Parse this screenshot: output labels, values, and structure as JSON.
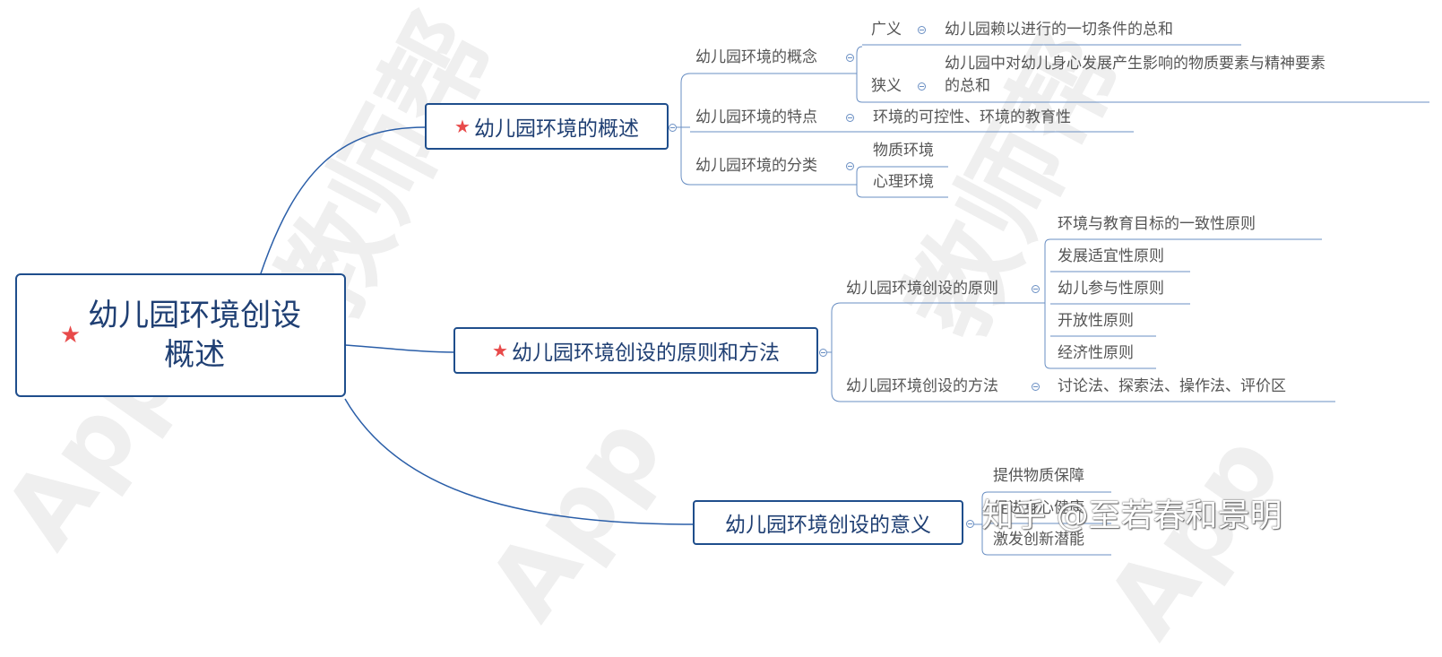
{
  "root": {
    "line1": "幼儿园环境创设",
    "line2": "概述",
    "starred": true
  },
  "branches": {
    "overview": {
      "label": "幼儿园环境的概述",
      "starred": true,
      "concept": {
        "label": "幼儿园环境的概念",
        "broad_term": "广义",
        "broad_def": "幼儿园赖以进行的一切条件的总和",
        "narrow_term": "狭义",
        "narrow_def_line1": "幼儿园中对幼儿身心发展产生影响的物质要素与精神要素",
        "narrow_def_line2": "的总和"
      },
      "features": {
        "label": "幼儿园环境的特点",
        "value": "环境的可控性、环境的教育性"
      },
      "classification": {
        "label": "幼儿园环境的分类",
        "items": [
          "物质环境",
          "心理环境"
        ]
      }
    },
    "principles_methods": {
      "label": "幼儿园环境创设的原则和方法",
      "starred": true,
      "principles": {
        "label": "幼儿园环境创设的原则",
        "items": [
          "环境与教育目标的一致性原则",
          "发展适宜性原则",
          "幼儿参与性原则",
          "开放性原则",
          "经济性原则"
        ]
      },
      "methods": {
        "label": "幼儿园环境创设的方法",
        "value": "讨论法、探索法、操作法、评价区"
      }
    },
    "significance": {
      "label": "幼儿园环境创设的意义",
      "starred": false,
      "items": [
        "提供物质保障",
        "促进身心健康",
        "激发创新潜能"
      ]
    }
  },
  "watermark": {
    "text_cn": "教师帮",
    "text_app": "App"
  },
  "credit": "知乎 @至若春和景明",
  "colors": {
    "node_border": "#1f4e8c",
    "node_text": "#1f3f73",
    "line": "#2a5ea8",
    "star": "#e84a4a"
  }
}
